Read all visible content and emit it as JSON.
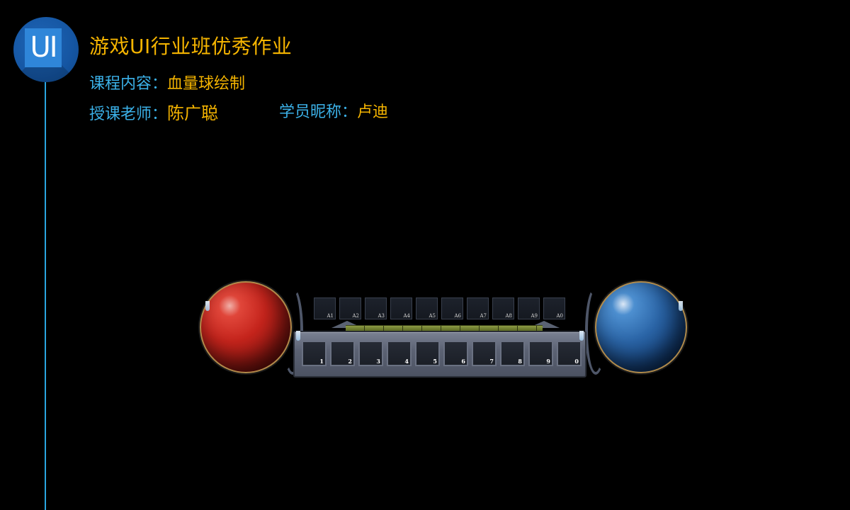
{
  "header": {
    "logo_text": "UI",
    "title": "游戏UI行业班优秀作业",
    "course_label": "课程内容：",
    "course_value": "血量球绘制",
    "teacher_label": "授课老师：",
    "teacher_value": "陈广聪",
    "student_label": "学员昵称：",
    "student_value": "卢迪"
  },
  "colors": {
    "accent_blue": "#2aa6e0",
    "accent_gold": "#f5b400",
    "health_orb": "#c5241c",
    "mana_orb": "#2a64a6",
    "xp_bar": "#8d9a45"
  },
  "hud": {
    "health_orb": "health-orb",
    "mana_orb": "mana-orb",
    "top_slots": [
      "A1",
      "A2",
      "A3",
      "A4",
      "A5",
      "A6",
      "A7",
      "A8",
      "A9",
      "A0"
    ],
    "bottom_slots": [
      "1",
      "2",
      "3",
      "4",
      "5",
      "6",
      "7",
      "8",
      "9",
      "0"
    ]
  }
}
